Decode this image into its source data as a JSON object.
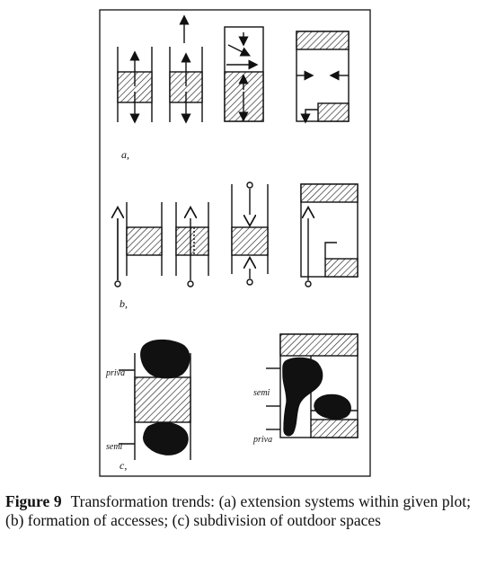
{
  "figure": {
    "panel_labels": {
      "a": "a,",
      "b": "b,",
      "c": "c,"
    },
    "annotations": {
      "private_top": "priva",
      "semi_left": "semi",
      "semi_right": "semi",
      "private_bottom": "priva"
    }
  },
  "caption": {
    "label": "Figure 9",
    "text": "Transformation trends: (a) extension systems within given plot; (b) formation of accesses; (c) subdivision of outdoor spaces"
  }
}
